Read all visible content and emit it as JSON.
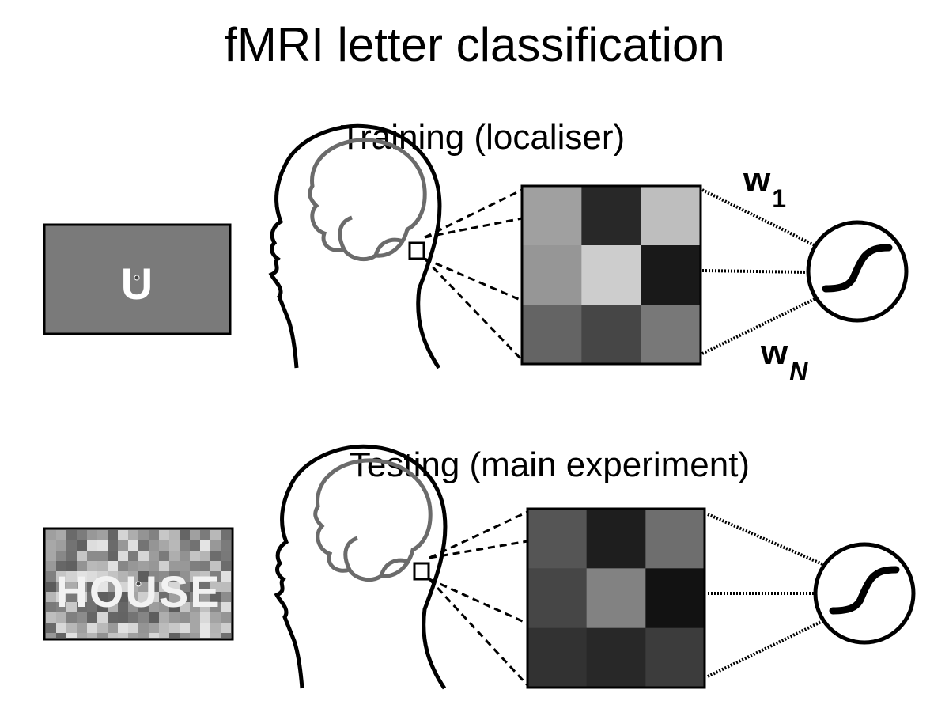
{
  "title": "fMRI letter classification",
  "training": {
    "heading": "Training (localiser)",
    "stimulus_letter": "U",
    "voxel_gray_levels": [
      [
        160,
        40,
        190
      ],
      [
        150,
        205,
        25
      ],
      [
        100,
        70,
        120
      ]
    ],
    "weight_top_main": "w",
    "weight_top_sub": "1",
    "weight_bottom_main": "w",
    "weight_bottom_sub": "N"
  },
  "testing": {
    "heading": "Testing (main experiment)",
    "stimulus_word": "HOUSE",
    "voxel_gray_levels": [
      [
        85,
        30,
        110
      ],
      [
        70,
        130,
        18
      ],
      [
        50,
        40,
        60
      ]
    ]
  },
  "colors": {
    "stimulus_bg": "#7a7a7a",
    "stroke": "#000000",
    "brain": "#6b6b6b",
    "letter": "#ffffff"
  }
}
